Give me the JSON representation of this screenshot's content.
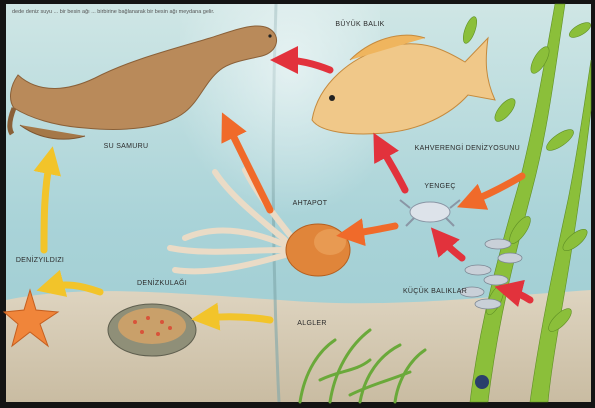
{
  "page": {
    "header_text": "dede deniz suyu ... bir besin ağı ... birbirine bağlanarak bir besin ağı meydana gelir."
  },
  "labels": {
    "otter": "SU SAMURU",
    "big_fish": "BÜYÜK BALIK",
    "kelp": "KAHVERENGİ DENİZYOSUNU",
    "crab": "YENGEÇ",
    "octopus": "AHTAPOT",
    "starfish": "DENİZYILDIZI",
    "urchin": "DENİZKULAĞI",
    "small_fish": "KÜÇÜK BALIKLAR",
    "algae": "ALGLER"
  },
  "colors": {
    "water": "#a9d3d8",
    "water_light": "#cfe6e5",
    "sand": "#d8cdb8",
    "arrow_red": "#e2323c",
    "arrow_orange": "#f06a2a",
    "arrow_yellow": "#f2c42a",
    "kelp_green": "#8bbf3a",
    "frame": "#141414"
  }
}
